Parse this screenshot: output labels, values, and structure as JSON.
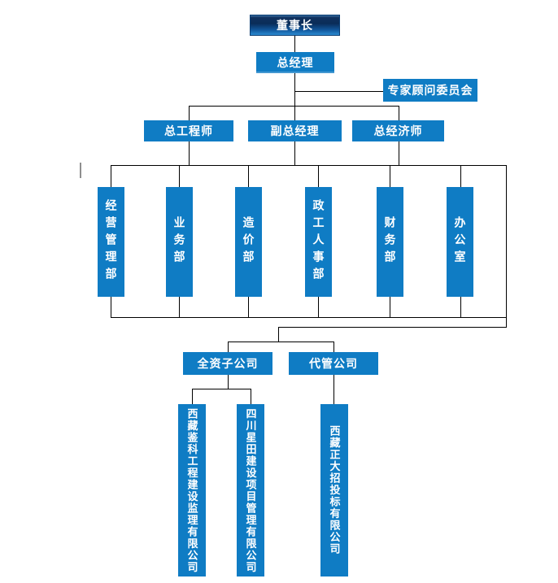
{
  "org": {
    "chairman": "董事长",
    "general_manager": "总经理",
    "advisory_committee": "专家顾问委员会",
    "managers": [
      "总工程师",
      "副总经理",
      "总经济师"
    ],
    "departments": [
      "经营管理部",
      "业务部",
      "造价部",
      "政工人事部",
      "财务部",
      "办公室"
    ],
    "groups": [
      "全资子公司",
      "代管公司"
    ],
    "companies": [
      "西藏鉴科工程建设监理有限公司",
      "四川星田建设项目管理有限公司",
      "西藏正大招投标有限公司"
    ]
  },
  "colors": {
    "node_blue": "#0f7cc4",
    "chairman_gradient_dark": "#0a2c58",
    "chairman_gradient_bright": "#2f93d9",
    "connector_black": "#000000",
    "tick_gray": "#8f8f8f",
    "text_white": "#ffffff",
    "background": "#ffffff"
  }
}
